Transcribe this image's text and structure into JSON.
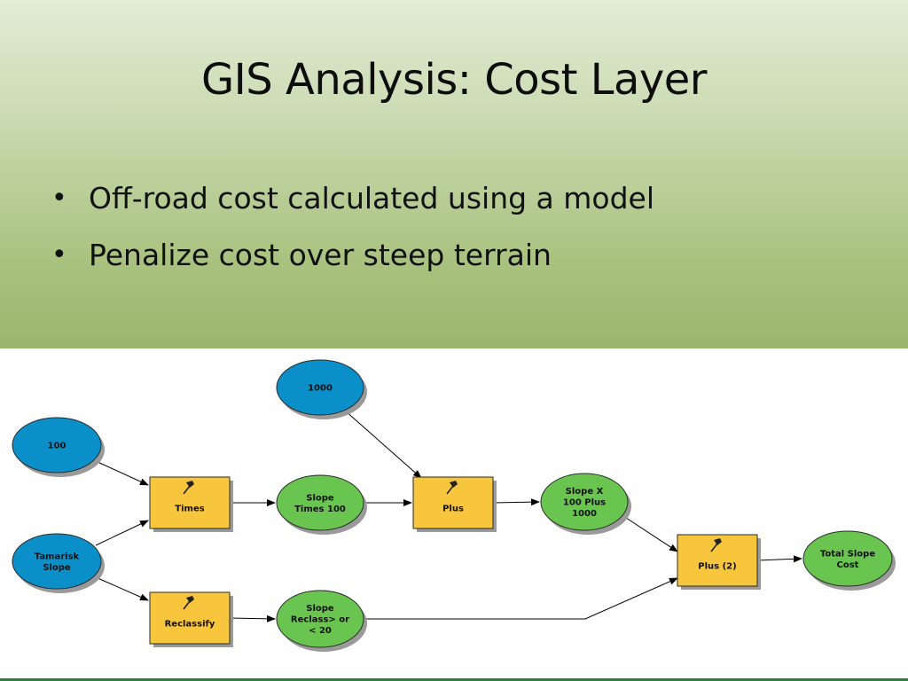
{
  "slide": {
    "title": "GIS Analysis: Cost Layer",
    "bullets": [
      "Off-road cost calculated using a model",
      "Penalize cost over steep terrain"
    ]
  },
  "colors": {
    "input_node": "#0a8fc8",
    "tool_node": "#f7c63c",
    "output_node": "#69c450",
    "connector": "#000000"
  },
  "diagram": {
    "nodes": {
      "n1000": {
        "label": [
          "1000"
        ],
        "kind": "input"
      },
      "n100": {
        "label": [
          "100"
        ],
        "kind": "input"
      },
      "tamarisk": {
        "label": [
          "Tamarisk",
          "Slope"
        ],
        "kind": "input"
      },
      "times": {
        "label": [
          "Times"
        ],
        "kind": "tool",
        "icon": "hammer-icon"
      },
      "reclassify": {
        "label": [
          "Reclassify"
        ],
        "kind": "tool",
        "icon": "hammer-icon"
      },
      "slope_times": {
        "label": [
          "Slope",
          "Times 100"
        ],
        "kind": "output"
      },
      "slope_reclass": {
        "label": [
          "Slope",
          "Reclass> or",
          "< 20"
        ],
        "kind": "output"
      },
      "plus": {
        "label": [
          "Plus"
        ],
        "kind": "tool",
        "icon": "hammer-icon"
      },
      "slope_x": {
        "label": [
          "Slope X",
          "100 Plus",
          "1000"
        ],
        "kind": "output"
      },
      "plus2": {
        "label": [
          "Plus (2)"
        ],
        "kind": "tool",
        "icon": "hammer-icon"
      },
      "total": {
        "label": [
          "Total Slope",
          "Cost"
        ],
        "kind": "output"
      }
    },
    "edges": [
      [
        "n100",
        "times"
      ],
      [
        "tamarisk",
        "times"
      ],
      [
        "tamarisk",
        "reclassify"
      ],
      [
        "times",
        "slope_times"
      ],
      [
        "reclassify",
        "slope_reclass"
      ],
      [
        "slope_times",
        "plus"
      ],
      [
        "n1000",
        "plus"
      ],
      [
        "plus",
        "slope_x"
      ],
      [
        "slope_x",
        "plus2"
      ],
      [
        "slope_reclass",
        "plus2"
      ],
      [
        "plus2",
        "total"
      ]
    ]
  }
}
